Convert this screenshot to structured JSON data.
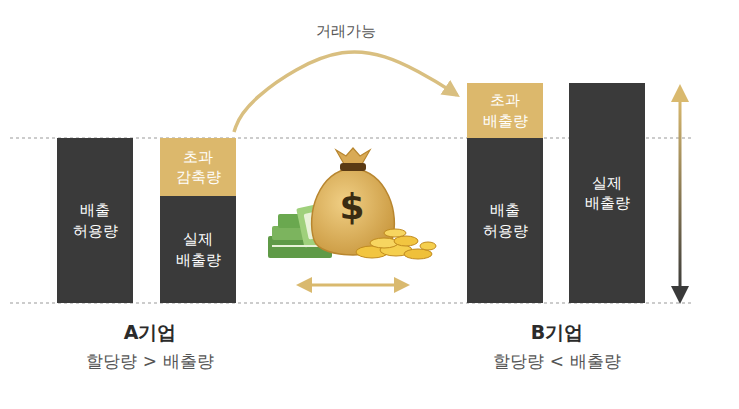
{
  "diagram": {
    "nodes": [
      {
        "text": [
          "배출 허용량"
        ]
      },
      {
        "text": [
          "초과 감축량"
        ]
      },
      {
        "text": [
          "실제 배출량"
        ]
      },
      {
        "text": [
          "초과 배출량"
        ]
      },
      {
        "text": [
          "배출 허용량"
        ]
      },
      {
        "text": [
          "실제 배출량"
        ]
      }
    ],
    "edges": [
      {
        "from": 1,
        "to": 3,
        "label": "거래가능",
        "arrow": "to"
      }
    ],
    "labels": [
      "A기업",
      "할당량 > 배출량",
      "B기업",
      "할당량 < 배출량",
      "$"
    ]
  }
}
